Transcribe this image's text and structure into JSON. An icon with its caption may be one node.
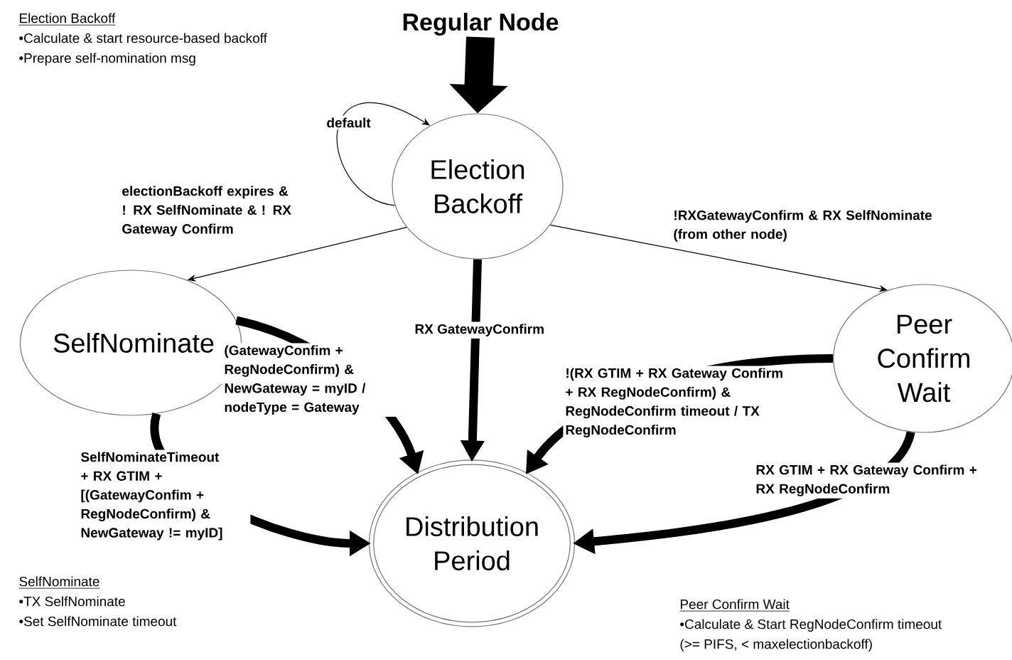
{
  "diagram": {
    "nodes": [
      {
        "text": [
          "Regular Node"
        ]
      },
      {
        "text": [
          "Election Backoff"
        ]
      },
      {
        "text": [
          "SelfNominate"
        ]
      },
      {
        "text": [
          "Peer Confirm Wait"
        ]
      },
      {
        "text": [
          "Distribution Period"
        ]
      }
    ],
    "edges": [
      {
        "from": 0,
        "to": 1,
        "arrow": "to",
        "style": "thick"
      },
      {
        "from": 1,
        "to": 1,
        "arrow": "to",
        "label": "default"
      },
      {
        "from": 1,
        "to": 2,
        "arrow": "to",
        "label": "electionBackoff expires & ! RX SelfNominate & ! RX Gateway Confirm"
      },
      {
        "from": 1,
        "to": 3,
        "arrow": "to",
        "label": "!RXGatewayConfirm & RX SelfNominate (from other node)"
      },
      {
        "from": 1,
        "to": 4,
        "arrow": "to",
        "label": "RX GatewayConfirm"
      },
      {
        "from": 2,
        "to": 4,
        "arrow": "to",
        "label": "(GatewayConfim + RegNodeConfirm) & NewGateway = myID / nodeType = Gateway"
      },
      {
        "from": 2,
        "to": 4,
        "arrow": "to",
        "label": "SelfNominateTimeout + RX GTIM + [(GatewayConfim + RegNodeConfirm) & NewGateway != myID]"
      },
      {
        "from": 3,
        "to": 4,
        "arrow": "to",
        "label": "!(RX GTIM + RX Gateway Confirm + RX RegNodeConfirm) & RegNodeConfirm timeout / TX RegNodeConfirm"
      },
      {
        "from": 3,
        "to": 4,
        "arrow": "to",
        "label": "RX GTIM + RX Gateway Confirm + RX RegNodeConfirm"
      }
    ],
    "labels": [
      "Election Backoff",
      "•Calculate & start resource-based backoff",
      "•Prepare self-nomination msg",
      "SelfNominate",
      "•TX SelfNominate",
      "•Set SelfNominate timeout",
      "Peer Confirm Wait",
      "•Calculate & Start RegNodeConfirm timeout",
      "(>= PIFS, < maxelectionbackoff)"
    ]
  }
}
